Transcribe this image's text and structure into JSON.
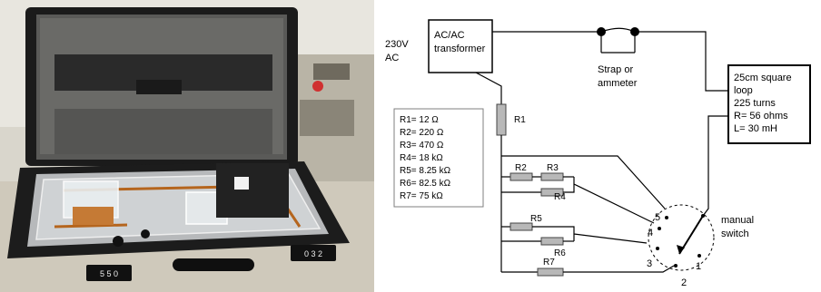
{
  "photo": {
    "description_icon": "briefcase-apparatus-photo-icon",
    "lock_left_digits": "5 5 0",
    "lock_right_digits": "0 3 2"
  },
  "diagram": {
    "source": {
      "line1": "230V",
      "line2": "AC"
    },
    "transformer": {
      "line1": "AC/AC",
      "line2": "transformer"
    },
    "strap": {
      "line1": "Strap or",
      "line2": "ammeter"
    },
    "loop": {
      "line1": "25cm square",
      "line2": "loop",
      "line3": "225 turns",
      "line4": "R= 56 ohms",
      "line5": "L= 30 mH"
    },
    "legend": [
      "R1= 12 Ω",
      "R2= 220 Ω",
      "R3= 470 Ω",
      "R4= 18 kΩ",
      "R5= 8.25 kΩ",
      "R6= 82.5 kΩ",
      "R7= 75 kΩ"
    ],
    "resistor_labels": {
      "r1": "R1",
      "r2": "R2",
      "r3": "R3",
      "r4": "R4",
      "r5": "R5",
      "r6": "R6",
      "r7": "R7"
    },
    "switch": {
      "label_line1": "manual",
      "label_line2": "switch",
      "pos1": "1",
      "pos2": "2",
      "pos3": "3",
      "pos4": "4",
      "pos5": "5"
    }
  }
}
